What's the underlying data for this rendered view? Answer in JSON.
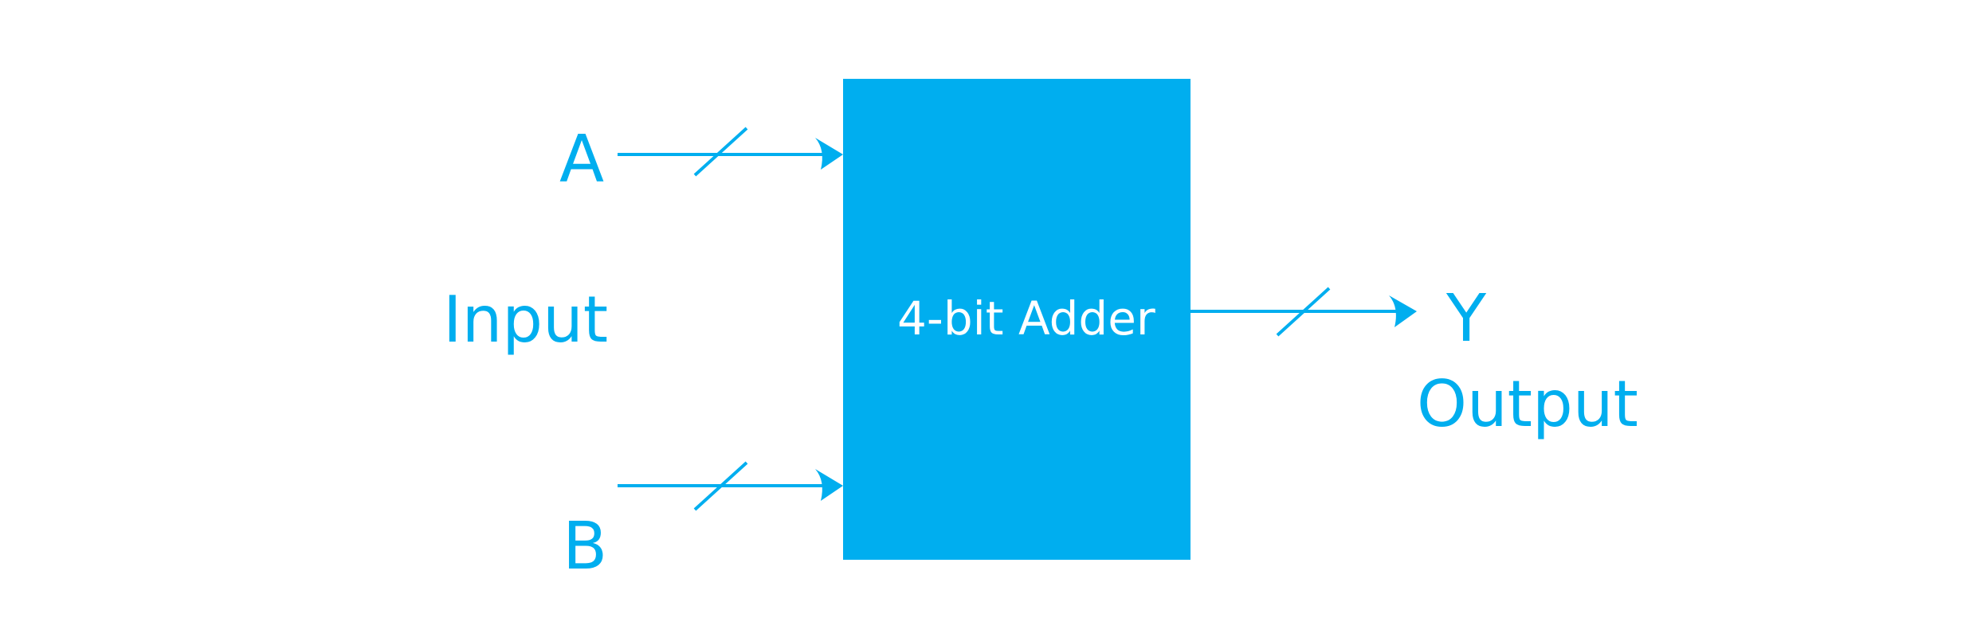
{
  "colors": {
    "primary": "#00AEEF",
    "block_text": "#FFFFFF",
    "background": "#FFFFFF"
  },
  "block": {
    "label": "4-bit Adder"
  },
  "inputs": {
    "group_label": "Input",
    "a_label": "A",
    "b_label": "B"
  },
  "output": {
    "group_label": "Output",
    "y_label": "Y"
  }
}
